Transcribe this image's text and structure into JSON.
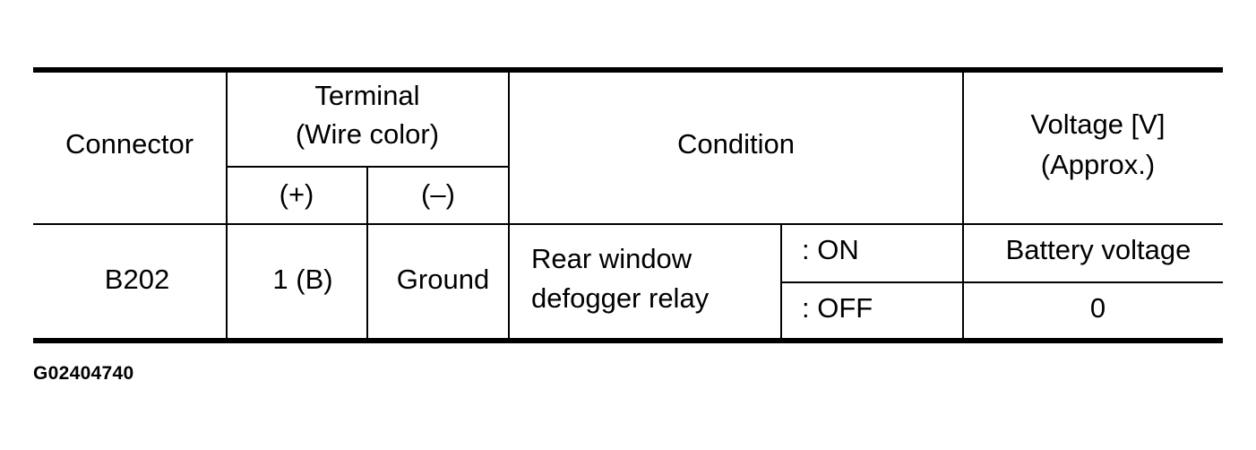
{
  "table": {
    "header": {
      "connector": "Connector",
      "terminal_line1": "Terminal",
      "terminal_line2": "(Wire color)",
      "plus": "(+)",
      "minus": "(–)",
      "condition": "Condition",
      "voltage_line1": "Voltage [V]",
      "voltage_line2": "(Approx.)"
    },
    "row": {
      "connector": "B202",
      "terminal_plus": "1 (B)",
      "terminal_minus": "Ground",
      "condition_line1": "Rear window",
      "condition_line2": "defogger relay",
      "states": [
        {
          "state": ": ON",
          "voltage": "Battery voltage"
        },
        {
          "state": ": OFF",
          "voltage": "0"
        }
      ]
    }
  },
  "caption": "G02404740"
}
